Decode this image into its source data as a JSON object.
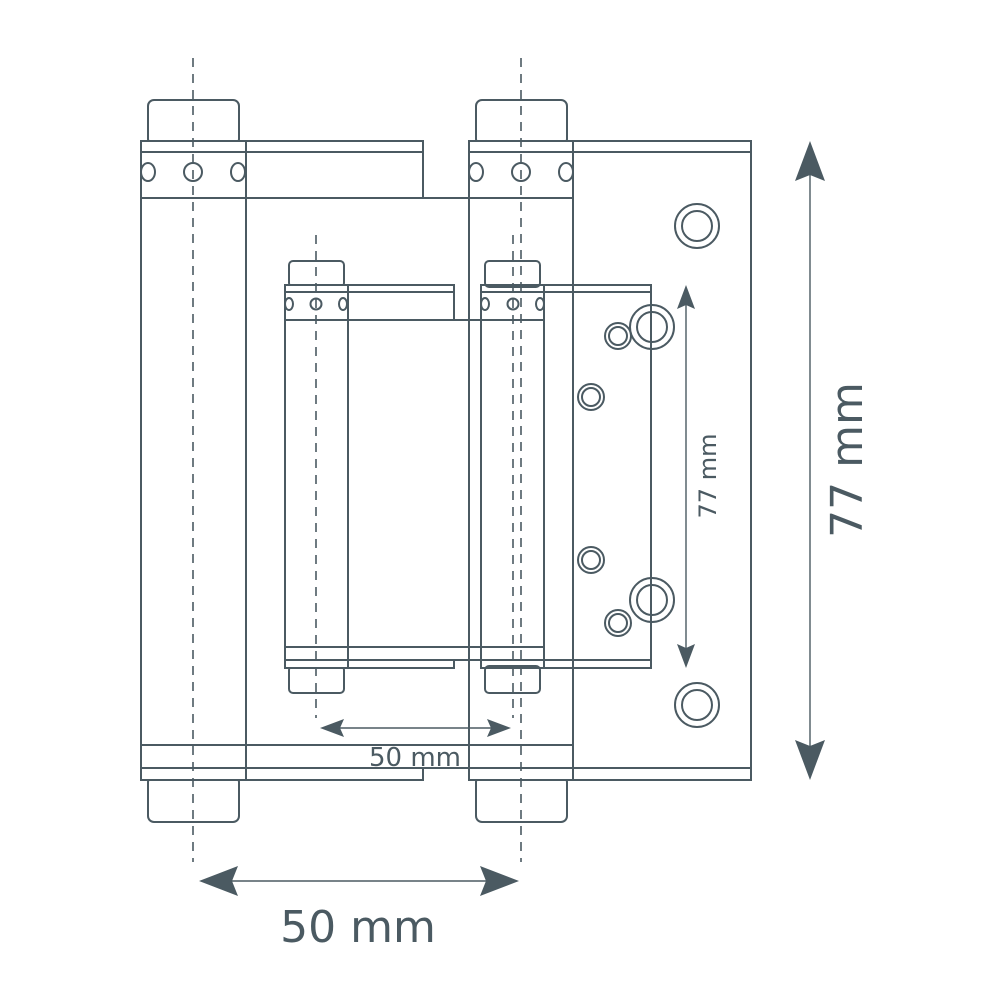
{
  "dimensions": {
    "large_width": "50 mm",
    "large_height": "77 mm",
    "small_width": "50 mm",
    "small_height": "77 mm"
  },
  "colors": {
    "line": "#4b5a62",
    "background": "#ffffff"
  }
}
